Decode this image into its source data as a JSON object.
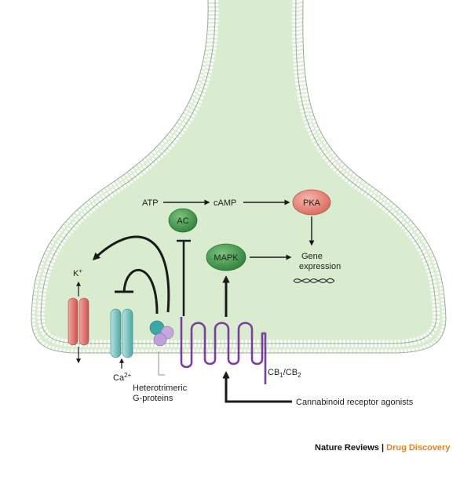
{
  "labels": {
    "atp": "ATP",
    "camp": "cAMP",
    "pka": "PKA",
    "ac": "AC",
    "mapk": "MAPK",
    "gene_line1": "Gene",
    "gene_line2": "expression",
    "k_ion": "K",
    "k_charge": "+",
    "ca_ion": "Ca",
    "ca_charge": "2+",
    "gprot_line1": "Heterotrimeric",
    "gprot_line2": "G-proteins",
    "receptor_a": "CB",
    "receptor_a_sub": "1",
    "receptor_sep": "/CB",
    "receptor_b_sub": "2",
    "agonists": "Cannabinoid receptor agonists"
  },
  "credit": {
    "journal": "Nature Reviews",
    "separator": " | ",
    "section": "Drug Discovery",
    "section_color": "#e8801a"
  },
  "colors": {
    "cytoplasm": "#d9ecd0",
    "membrane_head": "#ffffff",
    "membrane_edge": "#9aa89a",
    "enzyme_green": "#3f9a4c",
    "pka_red": "#e48a80",
    "k_channel": "#e47f7a",
    "ca_channel": "#7fc6c4",
    "receptor": "#7a3f9a",
    "arrows": "#1a1a1a"
  }
}
